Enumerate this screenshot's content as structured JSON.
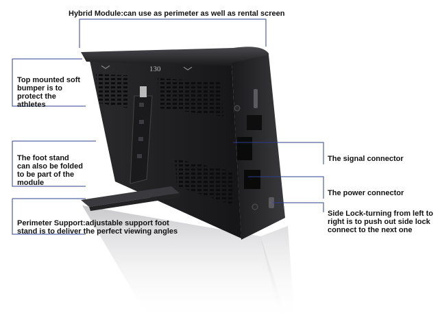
{
  "labels": {
    "hybrid_module": "Hybrid Module:can use as perimeter as well as rental screen",
    "top_bumper": "Top mounted soft\nbumper is to\nprotect the\nathletes",
    "foot_stand": "The foot stand\ncan also be folded\nto be part of the\nmodule",
    "perimeter_support": "Perimeter Support:adjustable support foot\nstand is to deliver the perfect viewing angles",
    "signal_connector": "The signal connector",
    "power_connector": "The power connector",
    "side_lock": "Side Lock-turning from left to\nright is to push out side lock\nconnect to the next one"
  },
  "panel": {
    "module_number": "130"
  },
  "colors": {
    "panel_dark": "#1c1c1e",
    "panel_mid": "#2e2e31",
    "callout_line": "#2b3f8f",
    "text": "#111111"
  }
}
